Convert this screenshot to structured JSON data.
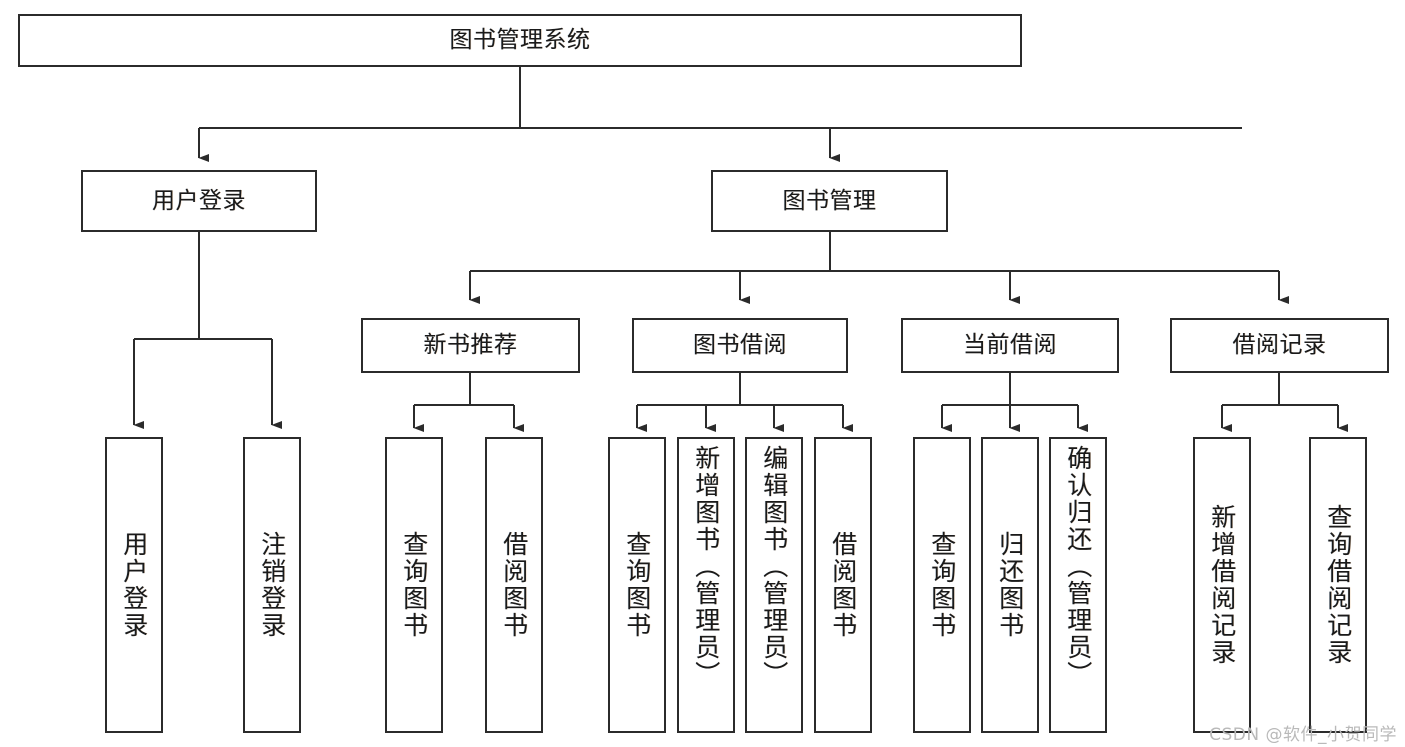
{
  "diagram": {
    "type": "tree",
    "title": "图书管理系统",
    "orientation": "top-down",
    "colors": {
      "background": "#ffffff",
      "node_border": "#2b2b2b",
      "node_fill": "#ffffff",
      "edge": "#2b2b2b",
      "text": "#1a1a1a",
      "watermark": "#b9b9b9"
    },
    "root": {
      "label": "图书管理系统"
    },
    "level2": [
      {
        "label": "用户登录"
      },
      {
        "label": "图书管理"
      }
    ],
    "level3": [
      {
        "label": "新书推荐"
      },
      {
        "label": "图书借阅"
      },
      {
        "label": "当前借阅"
      },
      {
        "label": "借阅记录"
      }
    ],
    "leaves": {
      "user_login": [
        {
          "label": "用户登录"
        },
        {
          "label": "注销登录"
        }
      ],
      "new_book": [
        {
          "label": "查询图书"
        },
        {
          "label": "借阅图书"
        }
      ],
      "book_borrow": [
        {
          "label": "查询图书"
        },
        {
          "label": "新增图书（管理员）"
        },
        {
          "label": "编辑图书（管理员）"
        },
        {
          "label": "借阅图书"
        }
      ],
      "current_borrow": [
        {
          "label": "查询图书"
        },
        {
          "label": "归还图书"
        },
        {
          "label": "确认归还（管理员）"
        }
      ],
      "borrow_record": [
        {
          "label": "新增借阅记录"
        },
        {
          "label": "查询借阅记录"
        }
      ]
    }
  },
  "watermark": {
    "text": "CSDN @软件_小贺同学"
  }
}
